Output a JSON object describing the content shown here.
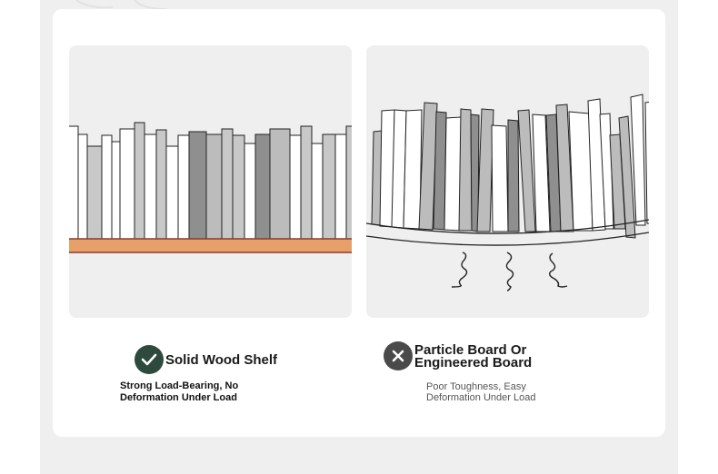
{
  "comparison": {
    "good": {
      "title": "Solid Wood Shelf",
      "description_line1": "Strong Load-Bearing, No",
      "description_line2": "Deformation Under Load",
      "icon": "check-icon",
      "badge_color": "#2d4a3c",
      "shelf_color": "#e8a06a"
    },
    "bad": {
      "title_line1": "Particle Board Or",
      "title_line2": "Engineered Board",
      "description_line1": "Poor Toughness, Easy",
      "description_line2": "Deformation Under Load",
      "icon": "close-icon",
      "badge_color": "#4a4a4a"
    }
  }
}
